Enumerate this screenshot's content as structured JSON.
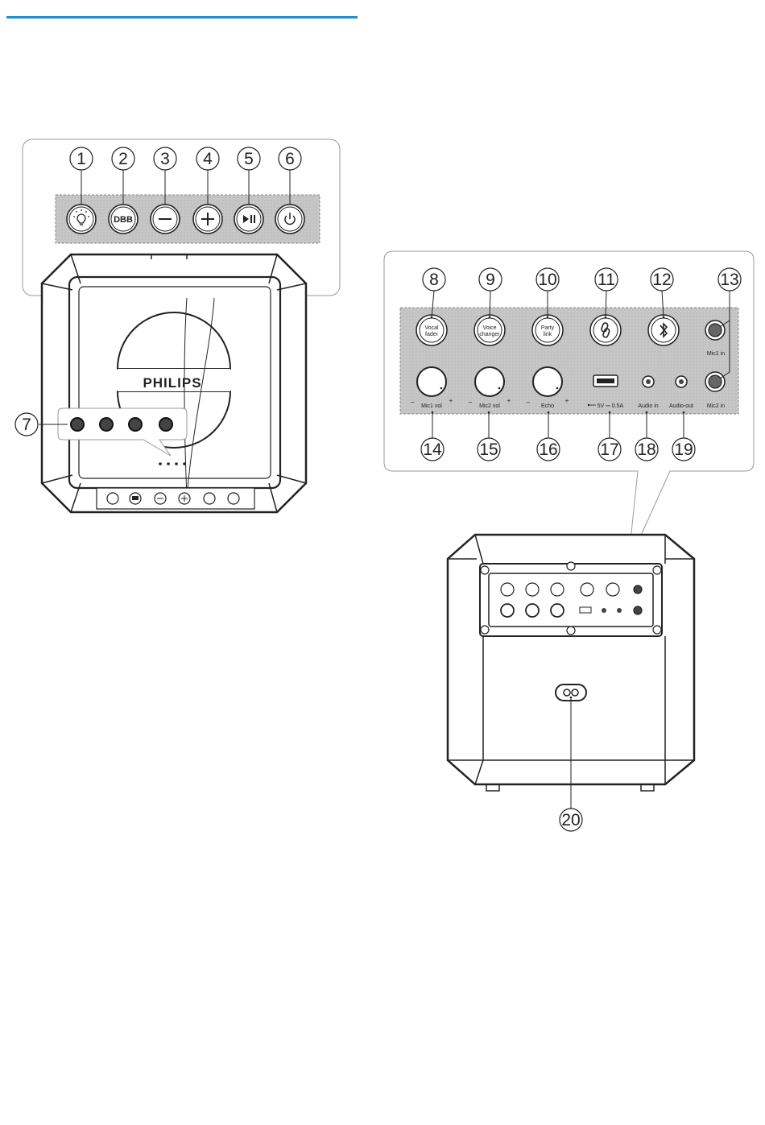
{
  "header_rule_color": "#1e8fd4",
  "top_view": {
    "callouts": [
      {
        "id": 1,
        "label": "1"
      },
      {
        "id": 2,
        "label": "2"
      },
      {
        "id": 3,
        "label": "3"
      },
      {
        "id": 4,
        "label": "4"
      },
      {
        "id": 5,
        "label": "5"
      },
      {
        "id": 6,
        "label": "6"
      },
      {
        "id": 7,
        "label": "7"
      }
    ],
    "buttons": [
      {
        "icon": "light-icon",
        "text": ""
      },
      {
        "icon": "dbb-icon",
        "text": "DBB"
      },
      {
        "icon": "minus-icon",
        "text": ""
      },
      {
        "icon": "plus-icon",
        "text": ""
      },
      {
        "icon": "play-pause-icon",
        "text": ""
      },
      {
        "icon": "power-icon",
        "text": ""
      }
    ],
    "brand_text": "PHILIPS"
  },
  "rear_panel": {
    "callouts": [
      {
        "id": 8,
        "label": "8"
      },
      {
        "id": 9,
        "label": "9"
      },
      {
        "id": 10,
        "label": "10"
      },
      {
        "id": 11,
        "label": "11"
      },
      {
        "id": 12,
        "label": "12"
      },
      {
        "id": 13,
        "label": "13"
      },
      {
        "id": 14,
        "label": "14"
      },
      {
        "id": 15,
        "label": "15"
      },
      {
        "id": 16,
        "label": "16"
      },
      {
        "id": 17,
        "label": "17"
      },
      {
        "id": 18,
        "label": "18"
      },
      {
        "id": 19,
        "label": "19"
      },
      {
        "id": 20,
        "label": "20"
      }
    ],
    "buttons": [
      {
        "line1": "Vocal",
        "line2": "fader"
      },
      {
        "line1": "Voice",
        "line2": "changer"
      },
      {
        "line1": "Party",
        "line2": "link"
      }
    ],
    "knob_labels": [
      "Mic1 vol",
      "Mic2 vol",
      "Echo"
    ],
    "knob_minus": "–",
    "knob_plus": "+",
    "usb_label": "5V ⎓ 0.5A",
    "port_labels": [
      "Audio in",
      "Audio-out"
    ],
    "mic_labels": [
      "Mic1 in",
      "Mic2 in"
    ]
  }
}
